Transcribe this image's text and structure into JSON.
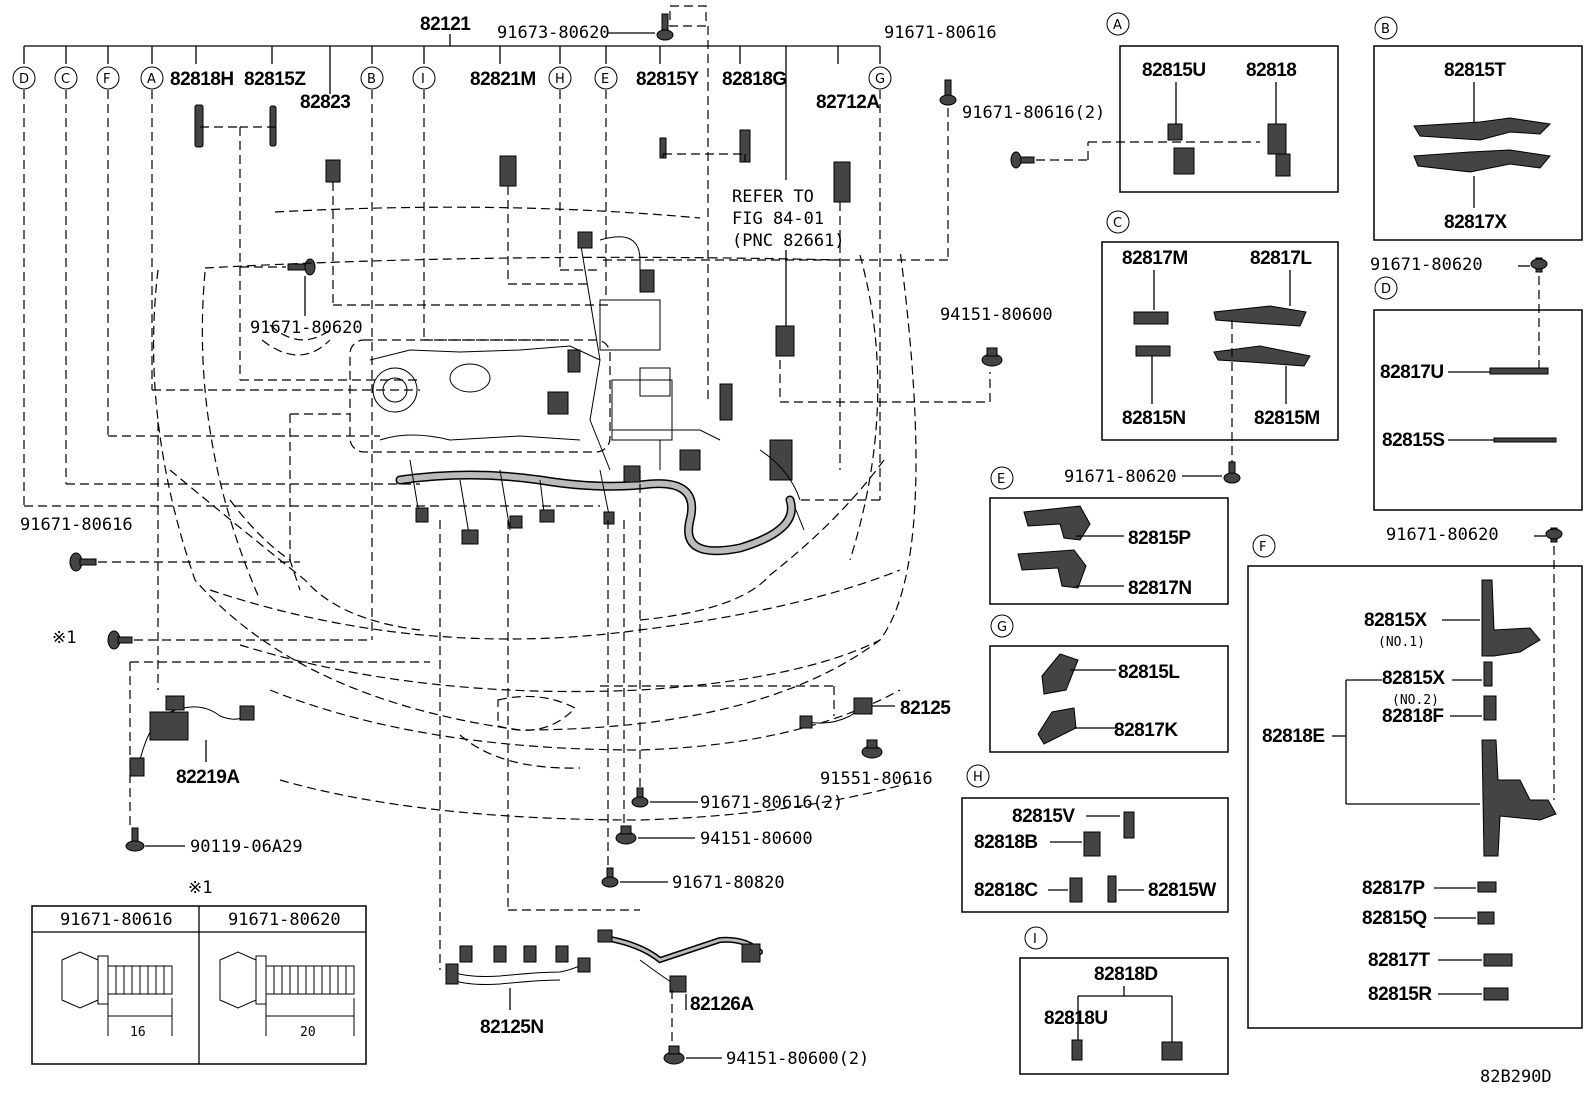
{
  "diagram": {
    "ref_code": "82B290D",
    "main_assembly": "82121",
    "refer_note": [
      "REFER TO",
      "FIG 84-01",
      "(PNC 82661)"
    ],
    "callouts_top": [
      "D",
      "C",
      "F",
      "A",
      "B",
      "I",
      "H",
      "E",
      "G"
    ],
    "main_parts": {
      "p82818H": "82818H",
      "p82815Z": "82815Z",
      "p82823": "82823",
      "p82821M": "82821M",
      "p82815Y": "82815Y",
      "p82818G": "82818G",
      "p82712A": "82712A",
      "p82219A": "82219A",
      "p82125": "82125",
      "p82125N": "82125N",
      "p82126A": "82126A"
    },
    "fasteners": {
      "f1": "91673-80620",
      "f2": "91671-80616",
      "f3": "91671-80616(2)",
      "f4": "91671-80620",
      "f5": "94151-80600",
      "f6": "91671-80620",
      "f7": "91671-80616",
      "f8": "91671-80620",
      "f9": "91551-80616",
      "f10": "91671-80616(2)",
      "f11": "94151-80600",
      "f12": "91671-80820",
      "f13": "90119-06A29",
      "f14": "94151-80600(2)",
      "f15": "91671-80620"
    },
    "note_marker": "※1",
    "note_table": {
      "col1": "91671-80616",
      "col2": "91671-80620",
      "len1": "16",
      "len2": "20",
      "mark": "※1"
    },
    "detail_A": {
      "letter": "A",
      "parts": [
        "82815U",
        "82818"
      ]
    },
    "detail_B": {
      "letter": "B",
      "parts": [
        "82815T",
        "82817X"
      ]
    },
    "detail_C": {
      "letter": "C",
      "parts": [
        "82817M",
        "82817L",
        "82815N",
        "82815M"
      ]
    },
    "detail_D": {
      "letter": "D",
      "parts": [
        "82817U",
        "82815S"
      ]
    },
    "detail_E": {
      "letter": "E",
      "parts": [
        "82815P",
        "82817N"
      ]
    },
    "detail_F": {
      "letter": "F",
      "parts": [
        "82815X",
        "(NO.1)",
        "82815X",
        "(NO.2)",
        "82818F",
        "82818E",
        "82817P",
        "82815Q",
        "82817T",
        "82815R"
      ]
    },
    "detail_G": {
      "letter": "G",
      "parts": [
        "82815L",
        "82817K"
      ]
    },
    "detail_H": {
      "letter": "H",
      "parts": [
        "82815V",
        "82818B",
        "82818C",
        "82815W"
      ]
    },
    "detail_I": {
      "letter": "I",
      "parts": [
        "82818D",
        "82818U"
      ]
    }
  }
}
